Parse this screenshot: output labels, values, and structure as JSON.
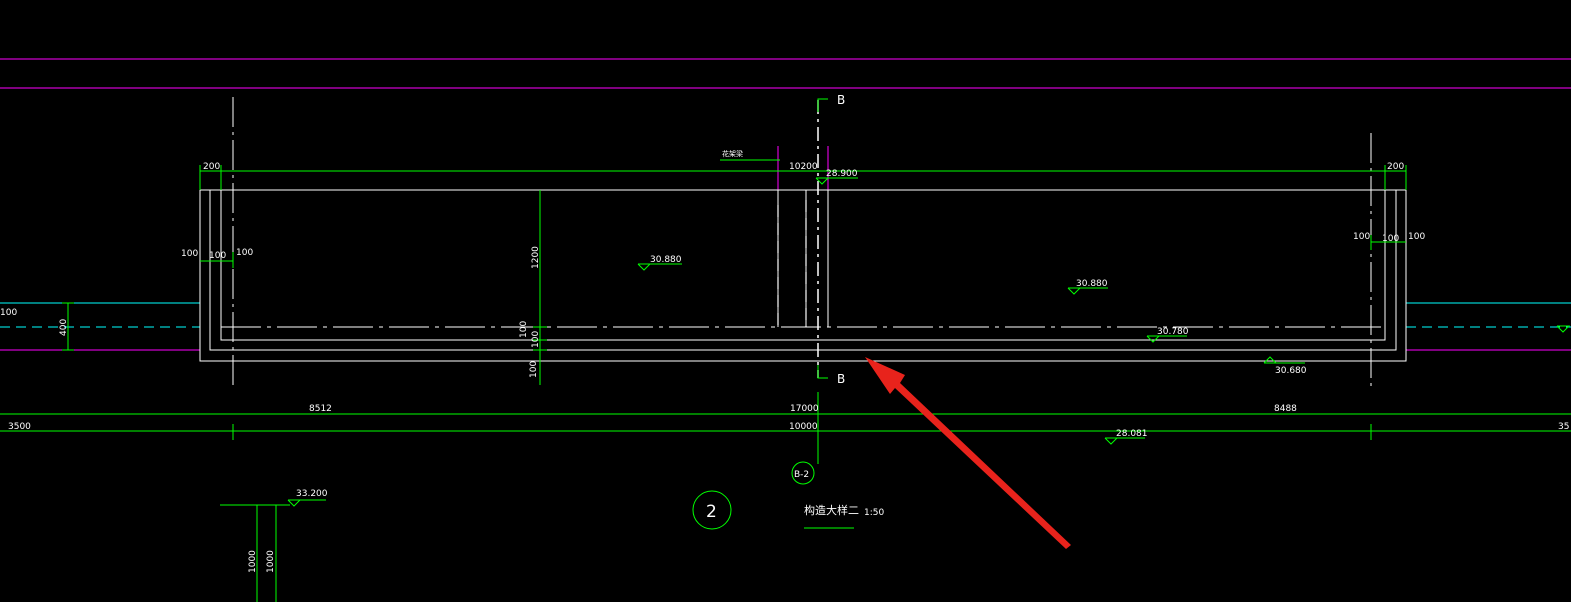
{
  "drawing": {
    "section_labels": {
      "top": "B",
      "bottom": "B"
    },
    "dims": {
      "left_200": "200",
      "right_200": "200",
      "d_10200": "10200",
      "l100a": "100",
      "l100b": "100",
      "l100c": "100",
      "r100a": "100",
      "r100b": "100",
      "r100c": "100",
      "d1200": "1200",
      "d100a": "100",
      "d100b": "100",
      "d100c": "100",
      "d400": "400",
      "d100_left": "100",
      "d8512": "8512",
      "d17000": "17000",
      "d8488": "8488",
      "d3500": "3500",
      "d10000": "10000",
      "d35": "35",
      "d1000a": "1000",
      "d1000b": "1000"
    },
    "elevations": {
      "top": "28.900",
      "left_water": "30.880",
      "right_water": "30.880",
      "bottom_inner": "30.780",
      "bottom_outer": "30.680",
      "ground": "28.081",
      "lower": "33.200"
    },
    "notes": {
      "beam_label": "花架梁"
    },
    "grid_bubble": "B-2",
    "detail_number": "2",
    "detail_title": "构造大样二",
    "detail_scale": "1:50"
  },
  "colors": {
    "background": "#000000",
    "outline": "#ffffff",
    "dimension": "#00ff00",
    "magenta": "#ff00ff",
    "cyan": "#00ffff",
    "arrow": "#e8231c"
  }
}
